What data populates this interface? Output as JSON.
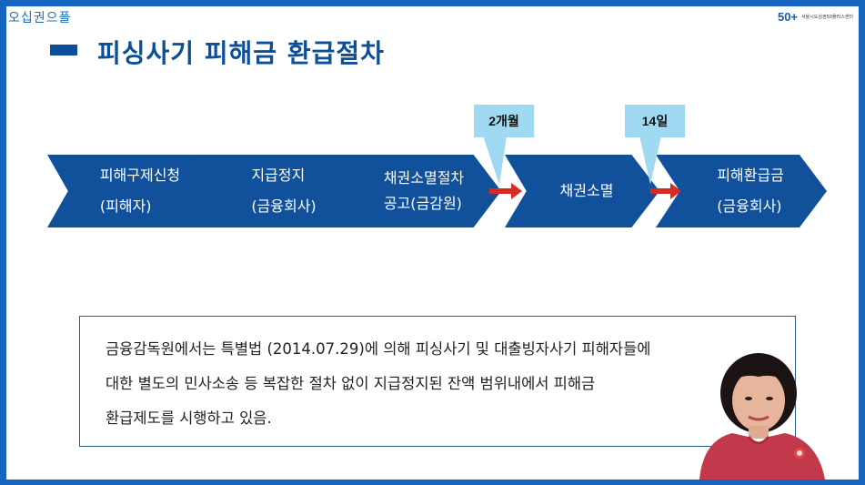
{
  "header": {
    "logo_left": "오십권으플",
    "logo_right_num": "50+",
    "logo_right_text": "서울시도심권50플러스센터"
  },
  "slide": {
    "title": "피싱사기 피해금 환급절차",
    "steps": [
      {
        "line1": "피해구제신청",
        "line2": "(피해자)"
      },
      {
        "line1": "지급정지",
        "line2": "(금융회사)"
      },
      {
        "line1": "채권소멸절차",
        "line2": "공고(금감원)"
      },
      {
        "line1": "채권소멸",
        "line2": ""
      },
      {
        "line1": "피해환급금",
        "line2": "(금융회사)"
      }
    ],
    "callouts": [
      "2개월",
      "14일"
    ],
    "body_lines": [
      "금융감독원에서는 특별법 (2014.07.29)에 의해 피싱사기 및 대출빙자사기 피해자들에",
      "대한 별도의 민사소송 등 복잡한 절차 없이 지급정지된 잔액 범위내에서 피해금",
      "환급제도를 시행하고 있음."
    ]
  },
  "colors": {
    "frame": "#1565c0",
    "chevron": "#11509b",
    "arrow": "#d72a22",
    "callout": "#9fd9f2",
    "title": "#0b4f9c"
  }
}
